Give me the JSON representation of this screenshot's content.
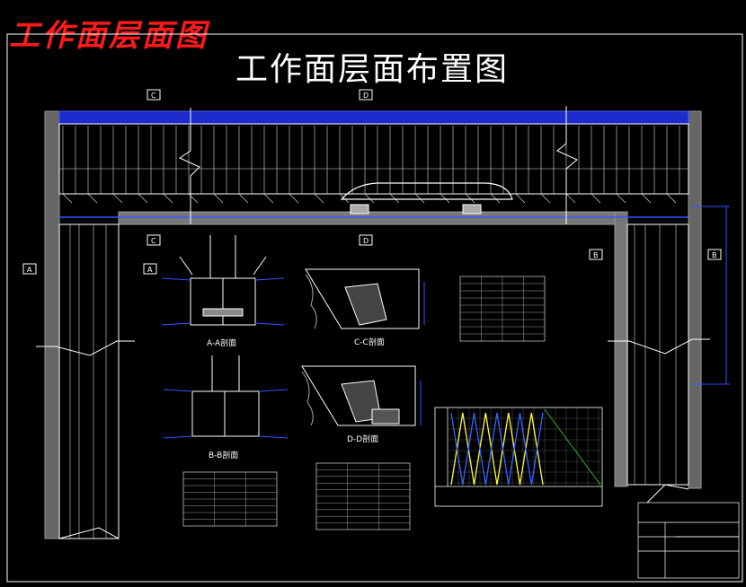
{
  "stamp_title": "工作面层面图",
  "drawing_title": "工作面层面布置图",
  "section_markers": {
    "a": "A",
    "b": "B",
    "c": "C",
    "d": "D"
  },
  "view_titles": {
    "aa": "A-A剖面",
    "bb": "B-B剖面",
    "cc": "C-C剖面",
    "dd": "D-D剖面"
  },
  "colors": {
    "background": "#000000",
    "line": "#ffffff",
    "accent": "#3355ff",
    "stamp": "#ff1a1a",
    "chart_yellow": "#ffff33",
    "chart_green": "#33cc33"
  },
  "chart_data": {
    "type": "line",
    "series": [
      {
        "values": [
          0,
          1,
          0,
          1,
          0,
          1,
          0,
          1,
          0
        ]
      },
      {
        "values": [
          1,
          0,
          1,
          0,
          1,
          0,
          1,
          0,
          1
        ]
      }
    ]
  }
}
